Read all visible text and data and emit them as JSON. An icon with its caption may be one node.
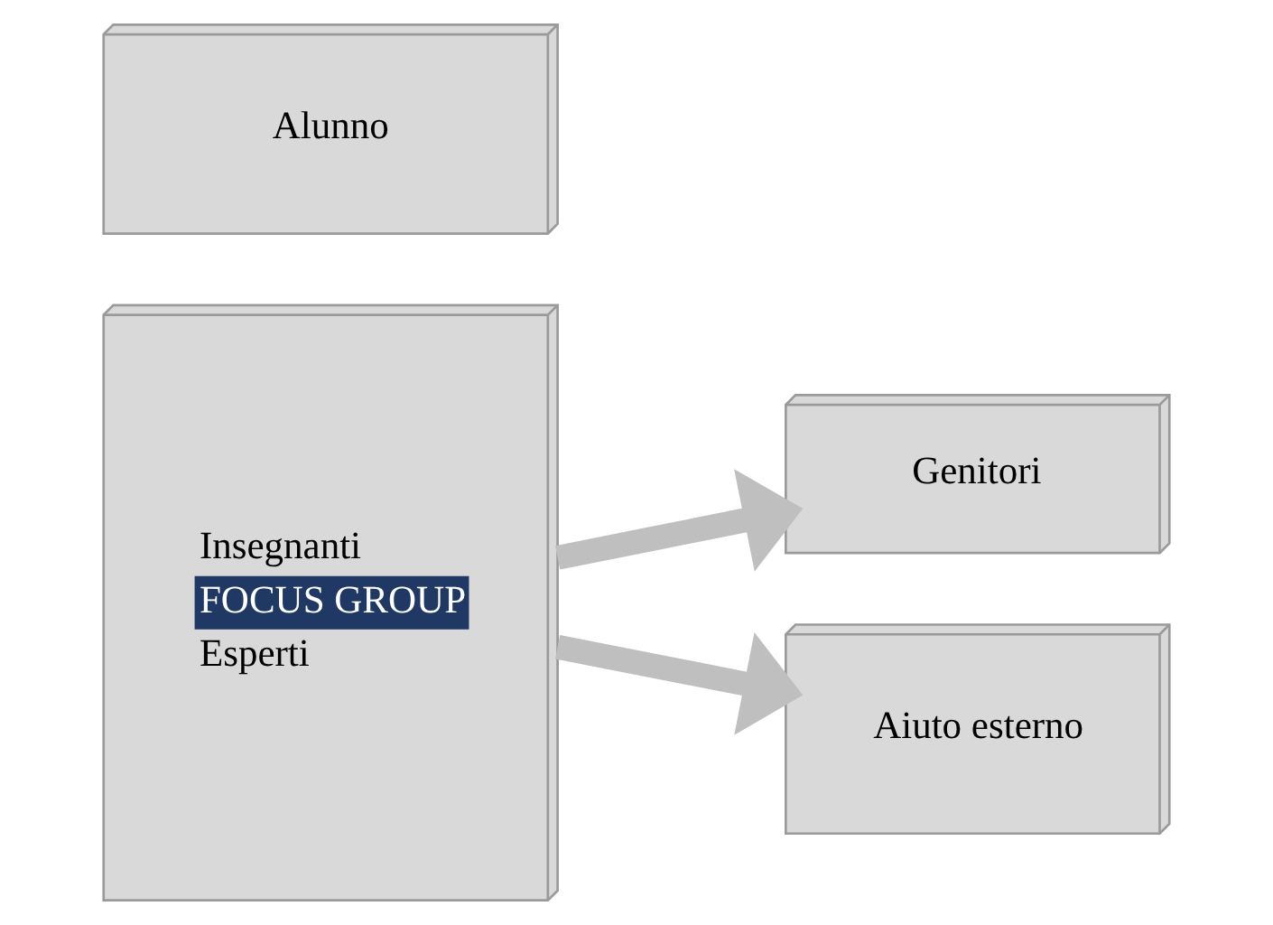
{
  "diagram": {
    "nodes": [
      {
        "text": [
          "Alunno"
        ]
      },
      {
        "text": [
          "Insegnanti",
          "FOCUS GROUP",
          "Esperti"
        ]
      },
      {
        "text": [
          "Genitori"
        ]
      },
      {
        "text": [
          "Aiuto esterno"
        ]
      }
    ],
    "edges": [
      {
        "from": 1,
        "to": 2,
        "arrow": "to"
      },
      {
        "from": 1,
        "to": 3,
        "arrow": "to"
      }
    ]
  }
}
